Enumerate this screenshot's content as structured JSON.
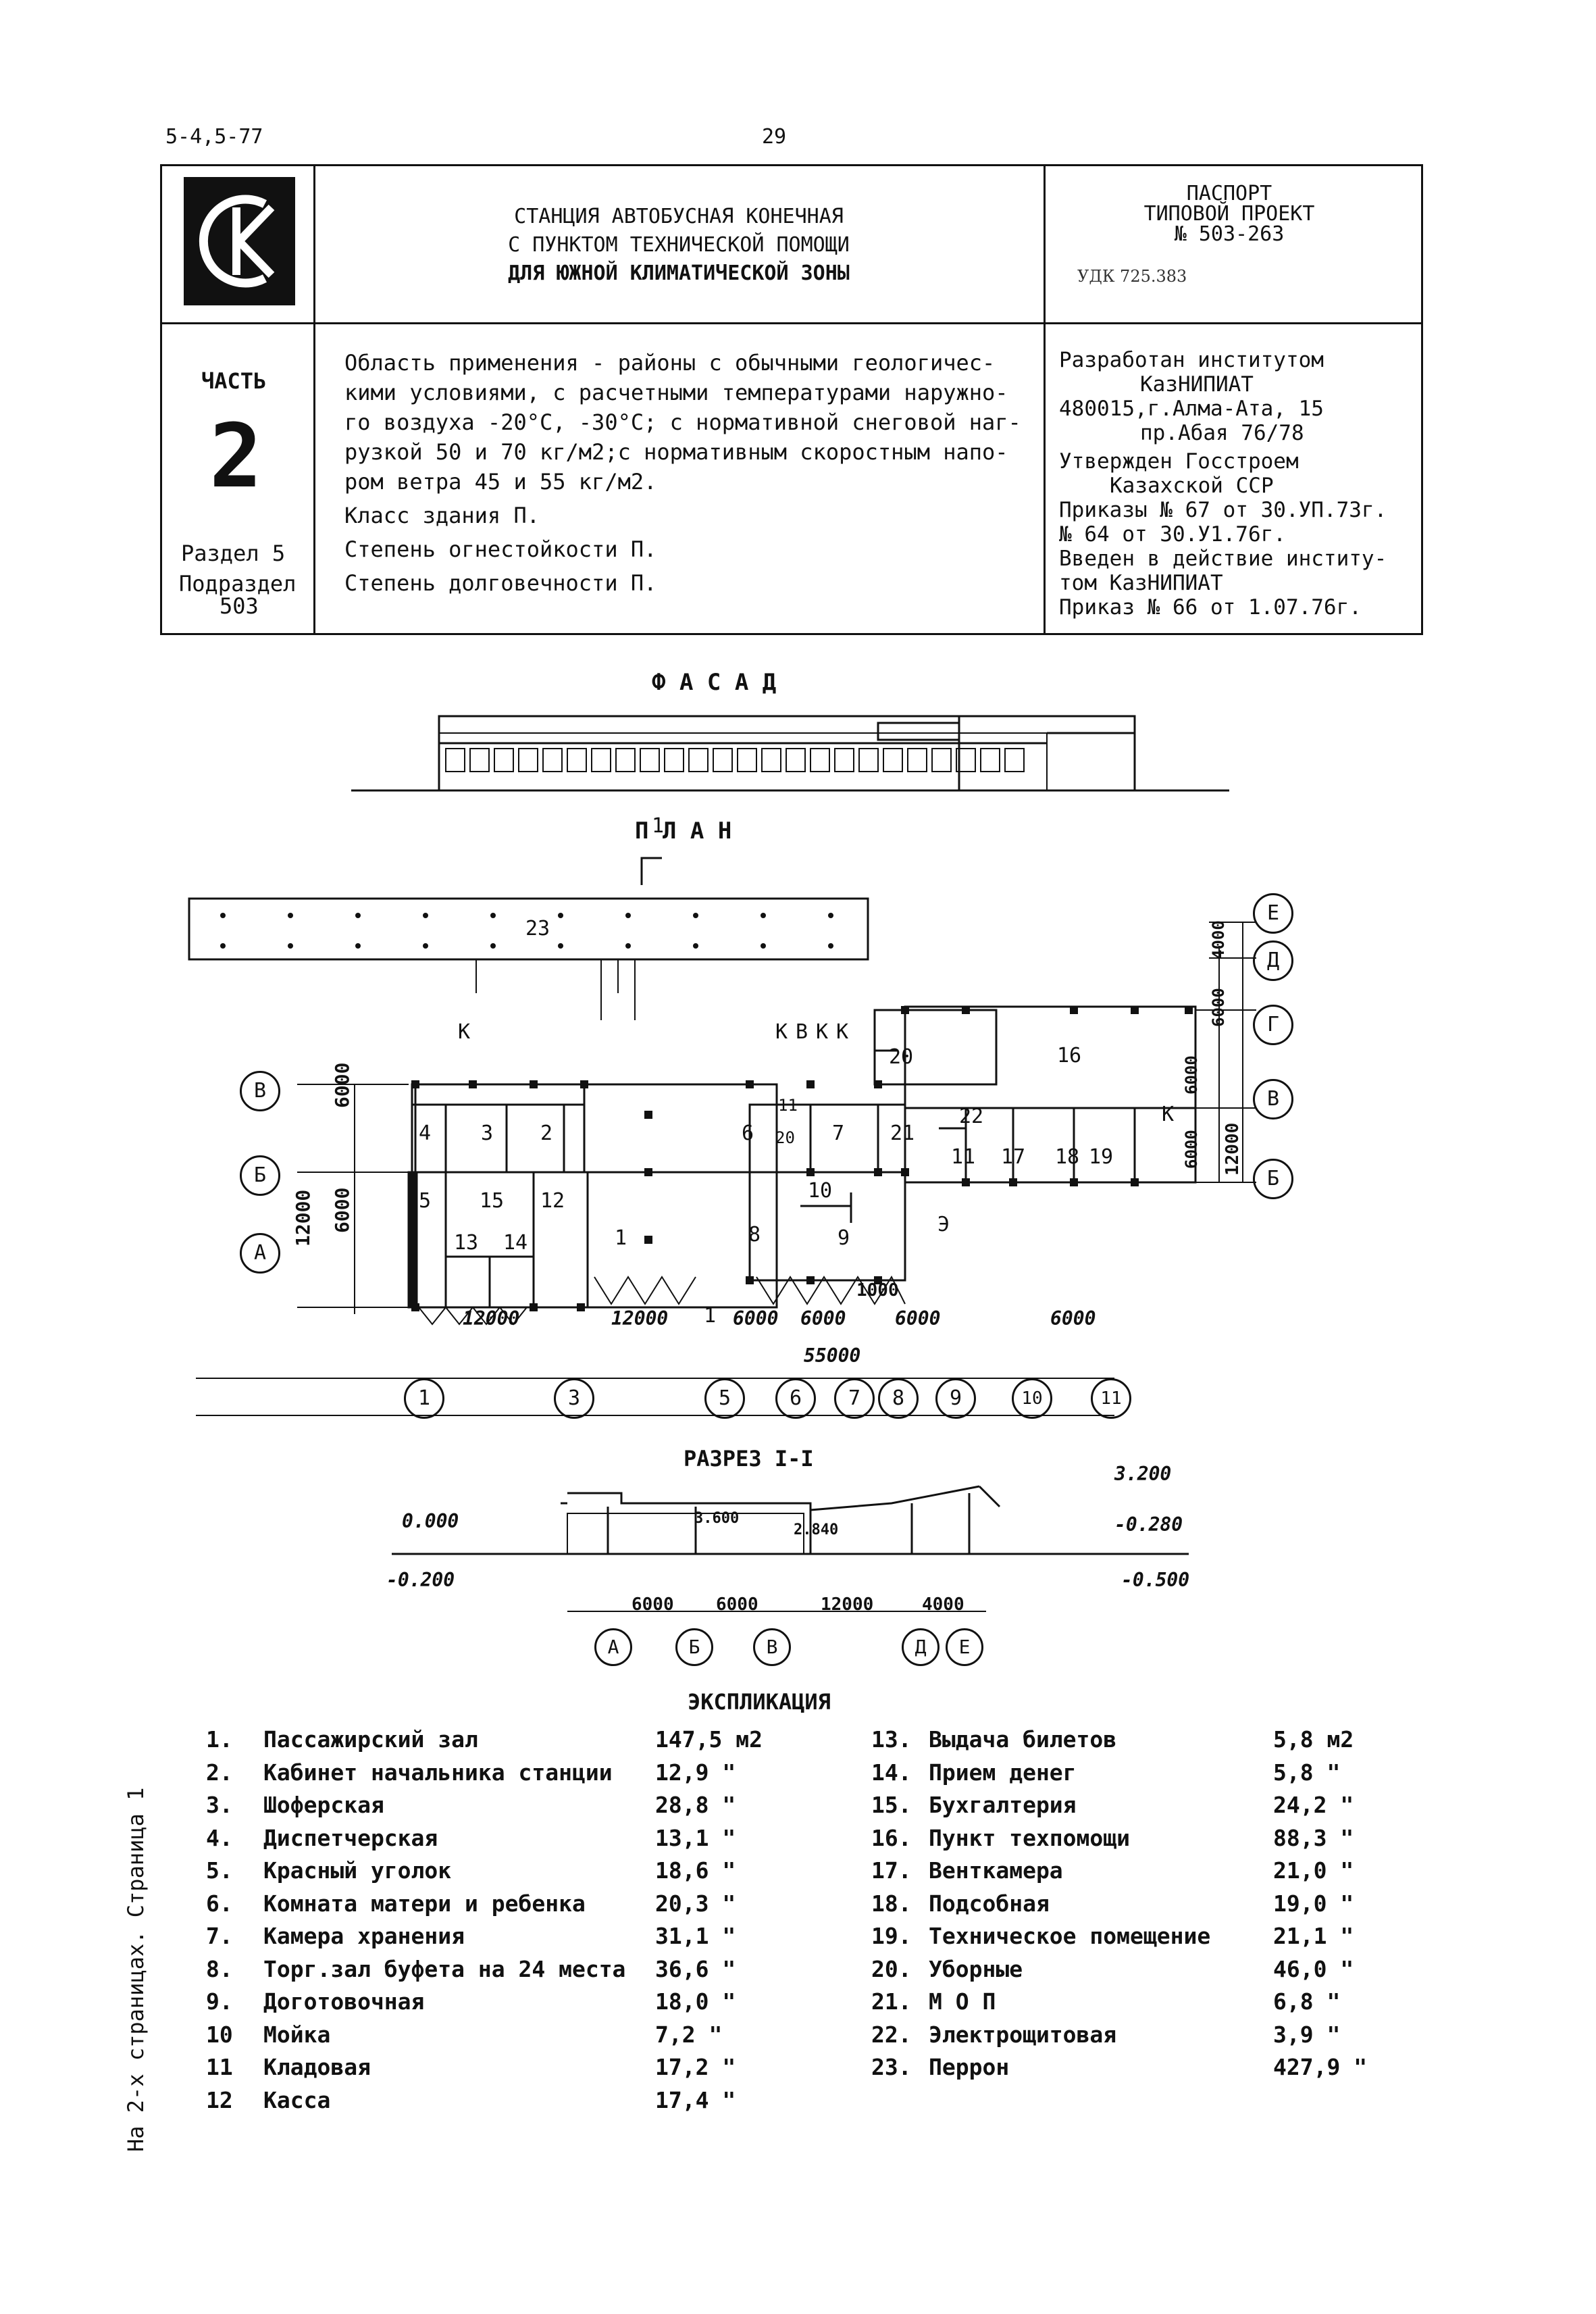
{
  "header": {
    "code": "5-4,5-77",
    "page_number": "29"
  },
  "title_block": {
    "logo_letters": "СК",
    "title_lines": [
      "СТАНЦИЯ АВТОБУСНАЯ КОНЕЧНАЯ",
      "С ПУНКТОМ ТЕХНИЧЕСКОЙ ПОМОЩИ",
      "ДЛЯ ЮЖНОЙ КЛИМАТИЧЕСКОЙ ЗОНЫ"
    ],
    "passport_lines": [
      "ПАСПОРТ",
      "ТИПОВОЙ ПРОЕКТ",
      "№ 503-263"
    ],
    "udk": "УДК 725.383",
    "part_label": "ЧАСТЬ",
    "part_number": "2",
    "section": "Раздел 5",
    "subsection_label": "Подраздел",
    "subsection": "503",
    "application_lines": [
      "Область применения - районы с обычными геологичес-",
      "кими условиями, с расчетными температурами наружно-",
      "го воздуха -20°С, -30°С; с нормативной снеговой наг-",
      "рузкой 50 и 70 кг/м2;с нормативным скоростным напо-",
      "ром ветра 45 и 55 кг/м2.",
      "Класс здания П.",
      "Степень огнестойкости П.",
      "Степень долговечности П."
    ],
    "developer_lines": [
      "Разработан институтом",
      "КазНИПИАТ",
      "480015,г.Алма-Ата, 15",
      "пр.Абая 76/78",
      "Утвержден Госстроем",
      "Казахской ССР",
      "Приказы № 67 от 30.УП.73г.",
      "№ 64 от 30.У1.76г.",
      "Введен в действие институ-",
      "том КазНИПИАТ",
      "Приказ № 66 от 1.07.76г."
    ]
  },
  "drawings": {
    "facade_title": "Ф А С А Д",
    "plan_title": "П Л А Н",
    "section_title": "РАЗРЕЗ I-I",
    "plan_axes_bottom": [
      "1",
      "3",
      "5",
      "6",
      "7",
      "8",
      "9",
      "10",
      "11"
    ],
    "plan_axes_left": [
      "В",
      "Б",
      "А"
    ],
    "plan_axes_right": [
      "Е",
      "Д",
      "Г",
      "В",
      "Б"
    ],
    "plan_dims_bottom": [
      "12000",
      "12000",
      "1",
      "6000",
      "6000",
      "1000",
      "6000",
      "6000"
    ],
    "plan_total": "55000",
    "plan_dims_left": [
      "6000",
      "6000",
      "12000"
    ],
    "plan_dims_right": [
      "4000",
      "6000",
      "6000",
      "6000",
      "12000"
    ],
    "room_numbers": [
      "23",
      "4",
      "3",
      "2",
      "5",
      "15",
      "12",
      "13",
      "14",
      "1",
      "6",
      "20",
      "7",
      "21",
      "8",
      "10",
      "9",
      "20",
      "16",
      "22",
      "11",
      "17",
      "18",
      "19",
      "11"
    ],
    "markers": [
      "К",
      "К",
      "В",
      "К",
      "К",
      "К",
      "Э",
      "1",
      "1"
    ],
    "section_levels": [
      "3.200",
      "0.000",
      "-0.200",
      "-0.280",
      "-0.500",
      "3.600",
      "2.840"
    ],
    "section_dims": [
      "6000",
      "6000",
      "12000",
      "4000"
    ],
    "section_axes": [
      "А",
      "Б",
      "В",
      "Д",
      "Е"
    ]
  },
  "explication": {
    "title": "ЭКСПЛИКАЦИЯ",
    "left": [
      {
        "n": "1.",
        "name": "Пассажирский зал",
        "area": "147,5 м2"
      },
      {
        "n": "2.",
        "name": "Кабинет начальника станции",
        "area": "12,9 \""
      },
      {
        "n": "3.",
        "name": "Шоферская",
        "area": "28,8 \""
      },
      {
        "n": "4.",
        "name": "Диспетчерская",
        "area": "13,1 \""
      },
      {
        "n": "5.",
        "name": "Красный уголок",
        "area": "18,6 \""
      },
      {
        "n": "6.",
        "name": "Комната матери и ребенка",
        "area": "20,3 \""
      },
      {
        "n": "7.",
        "name": "Камера хранения",
        "area": "31,1 \""
      },
      {
        "n": "8.",
        "name": "Торг.зал буфета на 24 места",
        "area": "36,6 \""
      },
      {
        "n": "9.",
        "name": "Доготовочная",
        "area": "18,0 \""
      },
      {
        "n": "10",
        "name": "Мойка",
        "area": "7,2 \""
      },
      {
        "n": "11",
        "name": "Кладовая",
        "area": "17,2 \""
      },
      {
        "n": "12",
        "name": "Касса",
        "area": "17,4 \""
      }
    ],
    "right": [
      {
        "n": "13.",
        "name": "Выдача билетов",
        "area": "5,8 м2"
      },
      {
        "n": "14.",
        "name": "Прием денег",
        "area": "5,8 \""
      },
      {
        "n": "15.",
        "name": "Бухгалтерия",
        "area": "24,2 \""
      },
      {
        "n": "16.",
        "name": "Пункт техпомощи",
        "area": "88,3 \""
      },
      {
        "n": "17.",
        "name": "Венткамера",
        "area": "21,0 \""
      },
      {
        "n": "18.",
        "name": "Подсобная",
        "area": "19,0 \""
      },
      {
        "n": "19.",
        "name": "Техническое помещение",
        "area": "21,1 \""
      },
      {
        "n": "20.",
        "name": "Уборные",
        "area": "46,0 \""
      },
      {
        "n": "21.",
        "name": "М О П",
        "area": "6,8 \""
      },
      {
        "n": "22.",
        "name": "Электрощитовая",
        "area": "3,9 \""
      },
      {
        "n": "23.",
        "name": "Перрон",
        "area": "427,9 \""
      }
    ]
  },
  "side_note": "На 2-х страницах. Страница 1"
}
